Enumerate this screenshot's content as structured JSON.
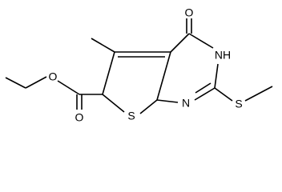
{
  "molecule": {
    "atoms": {
      "o_keto": "O",
      "n_h": "NH",
      "n_ring": "N",
      "s_ring": "S",
      "s_methyl": "S",
      "o_carbonyl": "O",
      "o_ester": "O"
    },
    "colors": {
      "bond": "#000000",
      "label": "#000000",
      "background": "#ffffff"
    }
  }
}
